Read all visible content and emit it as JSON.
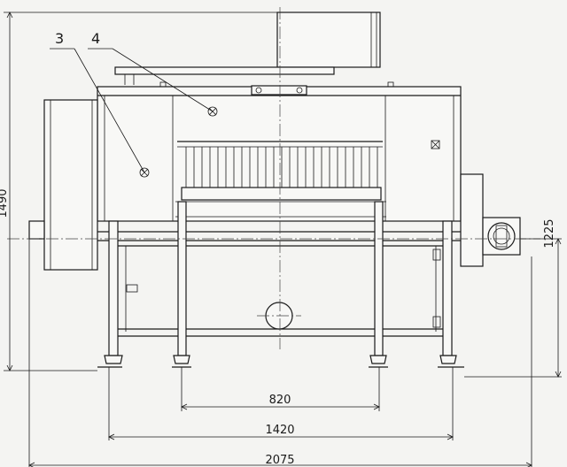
{
  "callouts": {
    "c3": "3",
    "c4": "4"
  },
  "dimensions": {
    "total_height": "1490",
    "axis_height": "1225",
    "inner_width": "820",
    "leg_width": "1420",
    "total_width": "2075"
  },
  "colors": {
    "line": "#1a1a1a",
    "paper": "#f4f4f2"
  }
}
